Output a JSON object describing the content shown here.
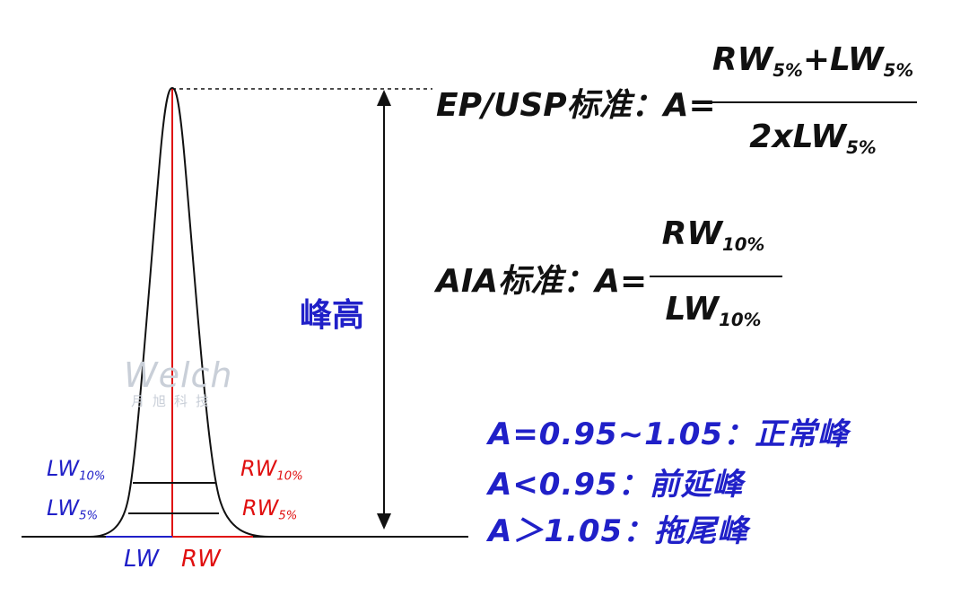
{
  "peak_height_label": "峰高",
  "left_labels": {
    "lw10": {
      "base": "LW",
      "sub": "10%"
    },
    "lw5": {
      "base": "LW",
      "sub": "5%"
    }
  },
  "right_labels": {
    "rw10": {
      "base": "RW",
      "sub": "10%"
    },
    "rw5": {
      "base": "RW",
      "sub": "5%"
    }
  },
  "bottom_labels": {
    "lw": "LW",
    "rw": "RW"
  },
  "ep_usp": {
    "label": "EP/USP标准：A=",
    "numerator": {
      "t1": "RW",
      "s1": "5%",
      "t2": "+LW",
      "s2": "5%"
    },
    "denominator": {
      "t1": "2xLW",
      "s1": "5%"
    }
  },
  "aia": {
    "label": "AIA标准：A=",
    "numerator": {
      "t1": "RW",
      "s1": "10%"
    },
    "denominator": {
      "t1": "LW",
      "s1": "10%"
    }
  },
  "criteria": [
    "A=0.95~1.05：正常峰",
    "A<0.95：前延峰",
    "A＞1.05：拖尾峰"
  ],
  "watermark": {
    "brand": "Welch",
    "sub": "月旭科技"
  },
  "colors": {
    "blue": "#2020c8",
    "red": "#e01010",
    "black": "#111111"
  }
}
